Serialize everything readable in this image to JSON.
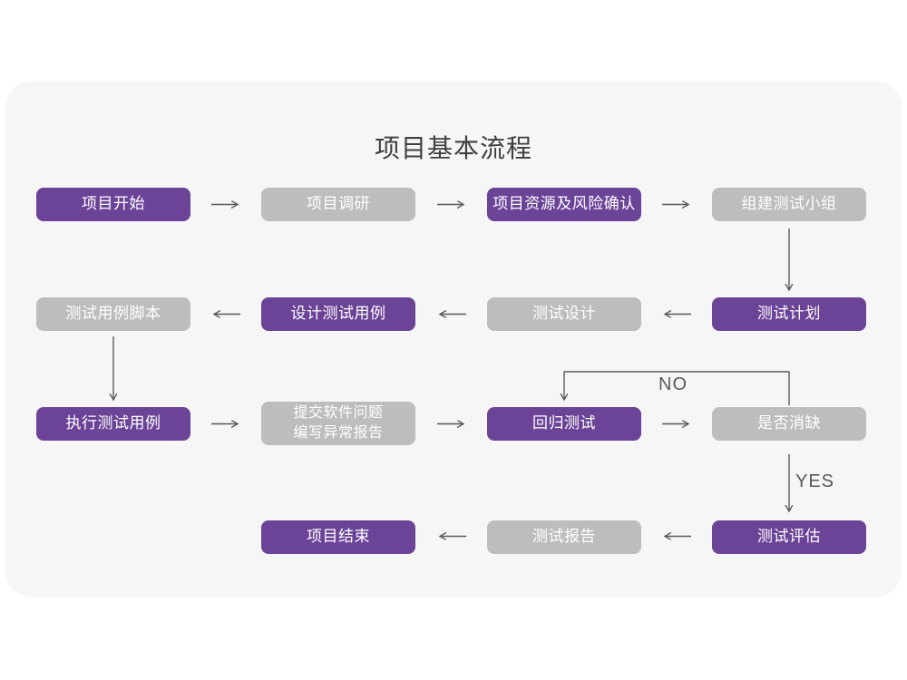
{
  "title": "项目基本流程",
  "colors": {
    "purple": "#6B4397",
    "gray": "#BDBDBE",
    "card_bg": "#F6F6F7",
    "arrow": "#58595B",
    "node_text": "#FFFFFF",
    "title_color": "#3F3F3F",
    "page_bg": "#FFFFFF"
  },
  "nodes": [
    {
      "id": "project-start",
      "label": "项目开始",
      "variant": "purple"
    },
    {
      "id": "project-research",
      "label": "项目调研",
      "variant": "gray"
    },
    {
      "id": "resources-risk",
      "label": "项目资源及风险确认",
      "variant": "purple"
    },
    {
      "id": "build-test-team",
      "label": "组建测试小组",
      "variant": "gray"
    },
    {
      "id": "test-case-script",
      "label": "测试用例脚本",
      "variant": "gray"
    },
    {
      "id": "design-test-case",
      "label": "设计测试用例",
      "variant": "purple"
    },
    {
      "id": "test-design",
      "label": "测试设计",
      "variant": "gray"
    },
    {
      "id": "test-plan",
      "label": "测试计划",
      "variant": "purple"
    },
    {
      "id": "execute-test-case",
      "label": "执行测试用例",
      "variant": "purple"
    },
    {
      "id": "submit-issue-report",
      "label": "提交软件问题\n编写异常报告",
      "variant": "gray"
    },
    {
      "id": "regression-test",
      "label": "回归测试",
      "variant": "purple"
    },
    {
      "id": "defect-cleared",
      "label": "是否消缺",
      "variant": "gray"
    },
    {
      "id": "project-end",
      "label": "项目结束",
      "variant": "purple"
    },
    {
      "id": "test-report",
      "label": "测试报告",
      "variant": "gray"
    },
    {
      "id": "test-evaluation",
      "label": "测试评估",
      "variant": "purple"
    }
  ],
  "edge_labels": {
    "no": "NO",
    "yes": "YES"
  }
}
